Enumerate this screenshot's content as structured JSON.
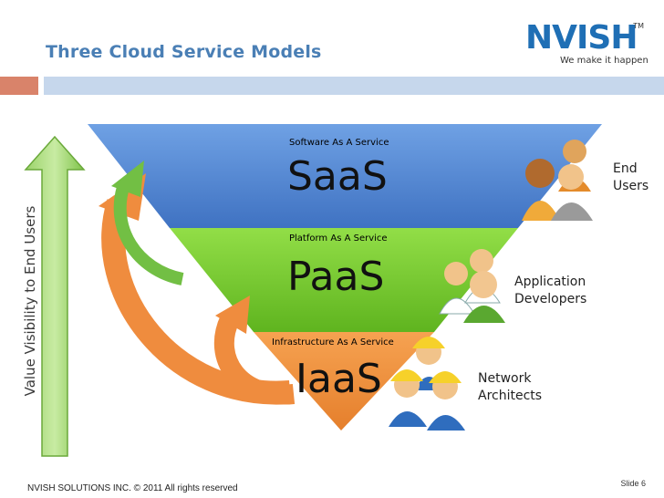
{
  "slide": {
    "title": "Three Cloud Service Models",
    "footer": "NVISH SOLUTIONS INC. © 2011 All rights reserved",
    "slide_number": "Slide 6"
  },
  "logo": {
    "name": "NVISH",
    "trademark": "TM",
    "tagline": "We make it happen"
  },
  "axis_label": "Value Visibility to End Users",
  "layers": [
    {
      "subtitle": "Software As A Service",
      "acronym": "SaaS",
      "audience": [
        "End",
        "Users"
      ],
      "color": "#4f84d2"
    },
    {
      "subtitle": "Platform As A Service",
      "acronym": "PaaS",
      "audience": [
        "Application",
        "Developers"
      ],
      "color": "#78cc2e"
    },
    {
      "subtitle": "Infrastructure As A Service",
      "acronym": "IaaS",
      "audience": [
        "Network",
        "Architects"
      ],
      "color": "#f1913f"
    }
  ],
  "colors": {
    "title": "#4a7fb5",
    "arrow_green": "#72bf44",
    "arrow_orange": "#ef8c3e"
  }
}
